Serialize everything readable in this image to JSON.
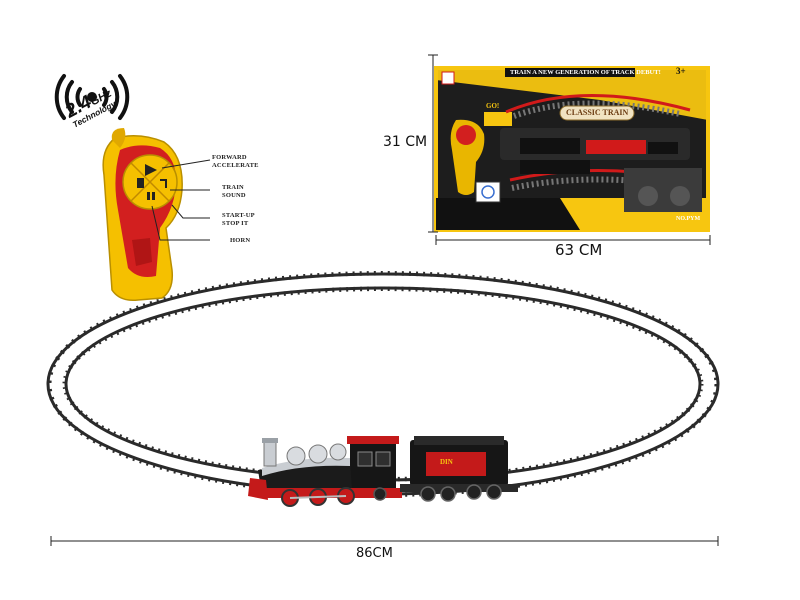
{
  "remote": {
    "badge_main": "2.4",
    "badge_unit": "GHz",
    "badge_sub": "Technology",
    "labels": {
      "forward": "FORWARD",
      "accelerate": "ACCELERATE",
      "train": "TRAIN",
      "sound": "SOUND",
      "startup": "START-UP",
      "stop": "STOP IT",
      "horn": "HORN"
    },
    "colors": {
      "body": "#f5c000",
      "panel": "#d21f1f"
    }
  },
  "box": {
    "headline": "TRAIN A NEW GENERATION OF TRACK DEBUT!",
    "age": "3+",
    "brand": "CLASSIC TRAIN",
    "go_label": "GO!",
    "item_no": "NO.PYM",
    "colors": {
      "box": "#f7c610",
      "dark": "#1d1d1d",
      "accent": "#d11a1a"
    }
  },
  "dimensions": {
    "height": "31 CM",
    "width": "63 CM",
    "track": "86CM"
  },
  "train": {
    "tender_label": "DIN",
    "colors": {
      "body": "#161616",
      "red": "#c41a1a",
      "silver": "#c9cdd2"
    }
  },
  "track": {
    "colors": {
      "rail": "#2d2d2d"
    }
  }
}
